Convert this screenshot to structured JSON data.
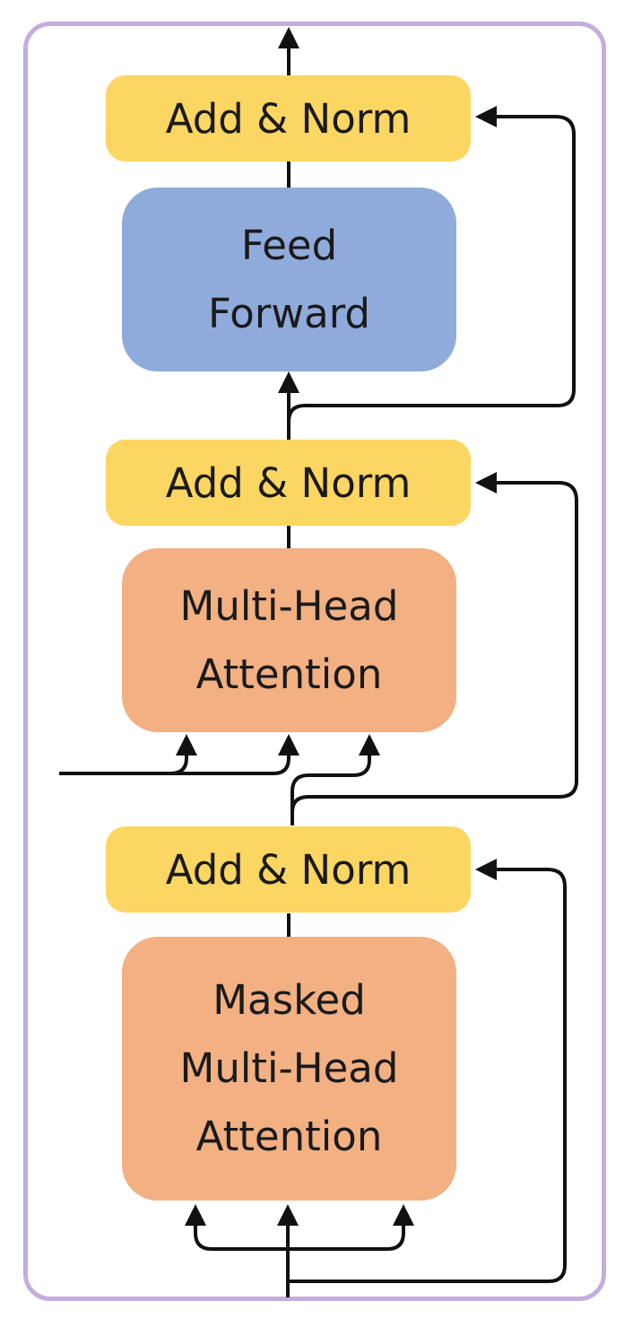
{
  "decoder_block": {
    "add_norm_top": {
      "label": "Add & Norm"
    },
    "feed_forward": {
      "line1": "Feed",
      "line2": "Forward"
    },
    "add_norm_middle": {
      "label": "Add & Norm"
    },
    "cross_attention": {
      "line1": "Multi-Head",
      "line2": "Attention"
    },
    "add_norm_bottom": {
      "label": "Add & Norm"
    },
    "masked_attention": {
      "line1": "Masked",
      "line2": "Multi-Head",
      "line3": "Attention"
    }
  },
  "colors": {
    "frame": "#c3aedb",
    "add_norm": "#fcd662",
    "feed_forward": "#8fabdb",
    "attention": "#f2b083",
    "wire": "#111111"
  }
}
